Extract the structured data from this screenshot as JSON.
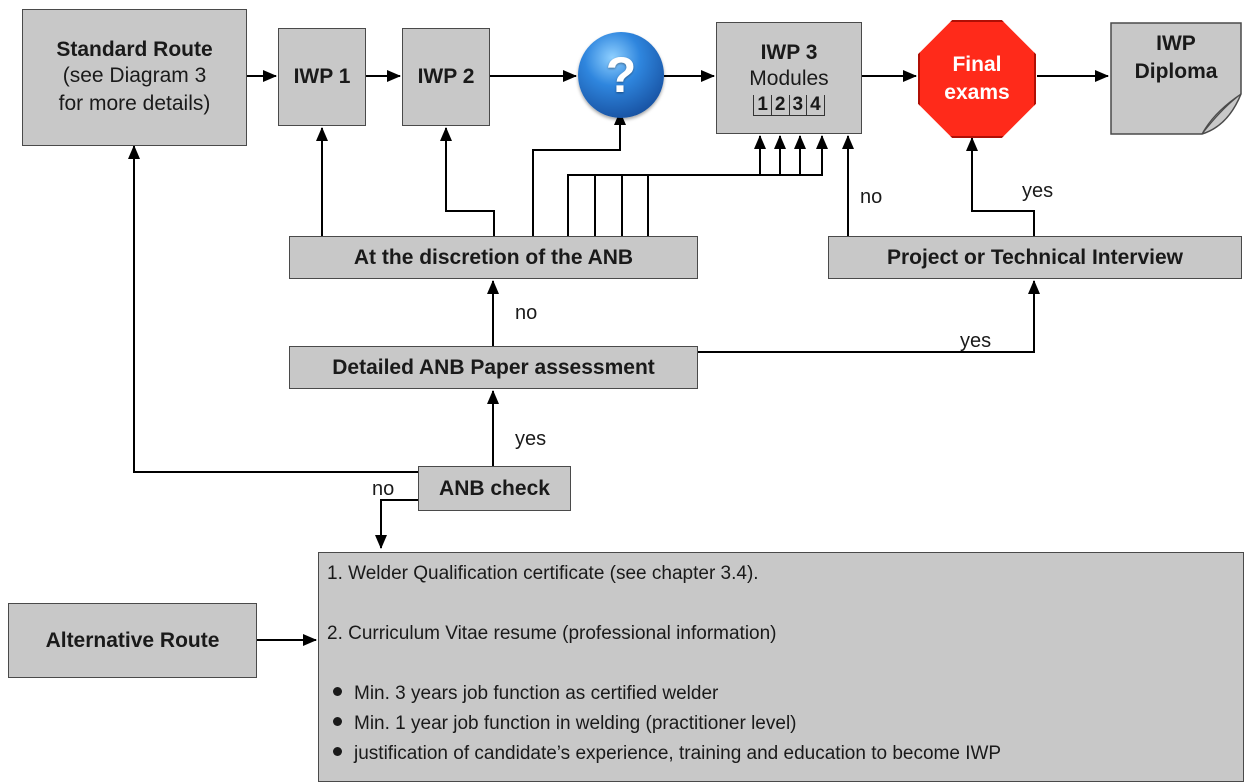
{
  "nodes": {
    "standard_route": {
      "title": "Standard Route",
      "sub1": "(see Diagram 3",
      "sub2": "for more details)"
    },
    "iwp1": "IWP 1",
    "iwp2": "IWP 2",
    "question_icon": "?",
    "iwp3": {
      "title": "IWP 3",
      "sub": "Modules",
      "modules": [
        "1",
        "2",
        "3",
        "4"
      ]
    },
    "final_exams": {
      "line1": "Final",
      "line2": "exams"
    },
    "diploma": {
      "line1": "IWP",
      "line2": "Diploma"
    },
    "discretion": "At the discretion of the ANB",
    "project_interview": "Project or Technical Interview",
    "paper_assessment": "Detailed ANB Paper assessment",
    "anb_check": "ANB check",
    "alternative_route": "Alternative Route"
  },
  "edge_labels": {
    "no_to_iwp3": "no",
    "yes_to_final": "yes",
    "no_to_discretion": "no",
    "yes_to_interview": "yes",
    "yes_to_paper": "yes",
    "no_to_requirements": "no"
  },
  "requirements": {
    "item1": "1. Welder Qualification certificate (see chapter 3.4).",
    "item2": "2. Curriculum Vitae resume (professional information)",
    "bullets": [
      "Min. 3 years job function as certified welder",
      "Min. 1 year job function in welding (practitioner level)",
      "justification of candidate’s experience, training and education to become IWP"
    ]
  },
  "colors": {
    "box_fill": "#c8c8c8",
    "stop_sign": "#ff2a1a",
    "question_blue": "#1f6fc8"
  }
}
